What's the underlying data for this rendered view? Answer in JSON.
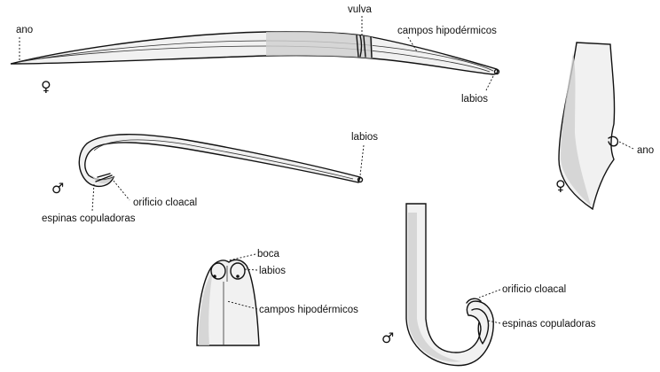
{
  "labels": {
    "female_top": {
      "ano": "ano",
      "vulva": "vulva",
      "campos": "campos hipodérmicos",
      "labios": "labios",
      "sex": "♀"
    },
    "male_mid": {
      "labios": "labios",
      "orificio": "orificio cloacal",
      "espinas": "espinas copuladoras",
      "sex": "♂"
    },
    "female_tail": {
      "ano": "ano",
      "sex": "♀"
    },
    "head": {
      "boca": "boca",
      "labios": "labios",
      "campos": "campos hipodérmicos"
    },
    "male_tail": {
      "orificio": "orificio cloacal",
      "espinas": "espinas copuladoras",
      "sex": "♂"
    }
  }
}
